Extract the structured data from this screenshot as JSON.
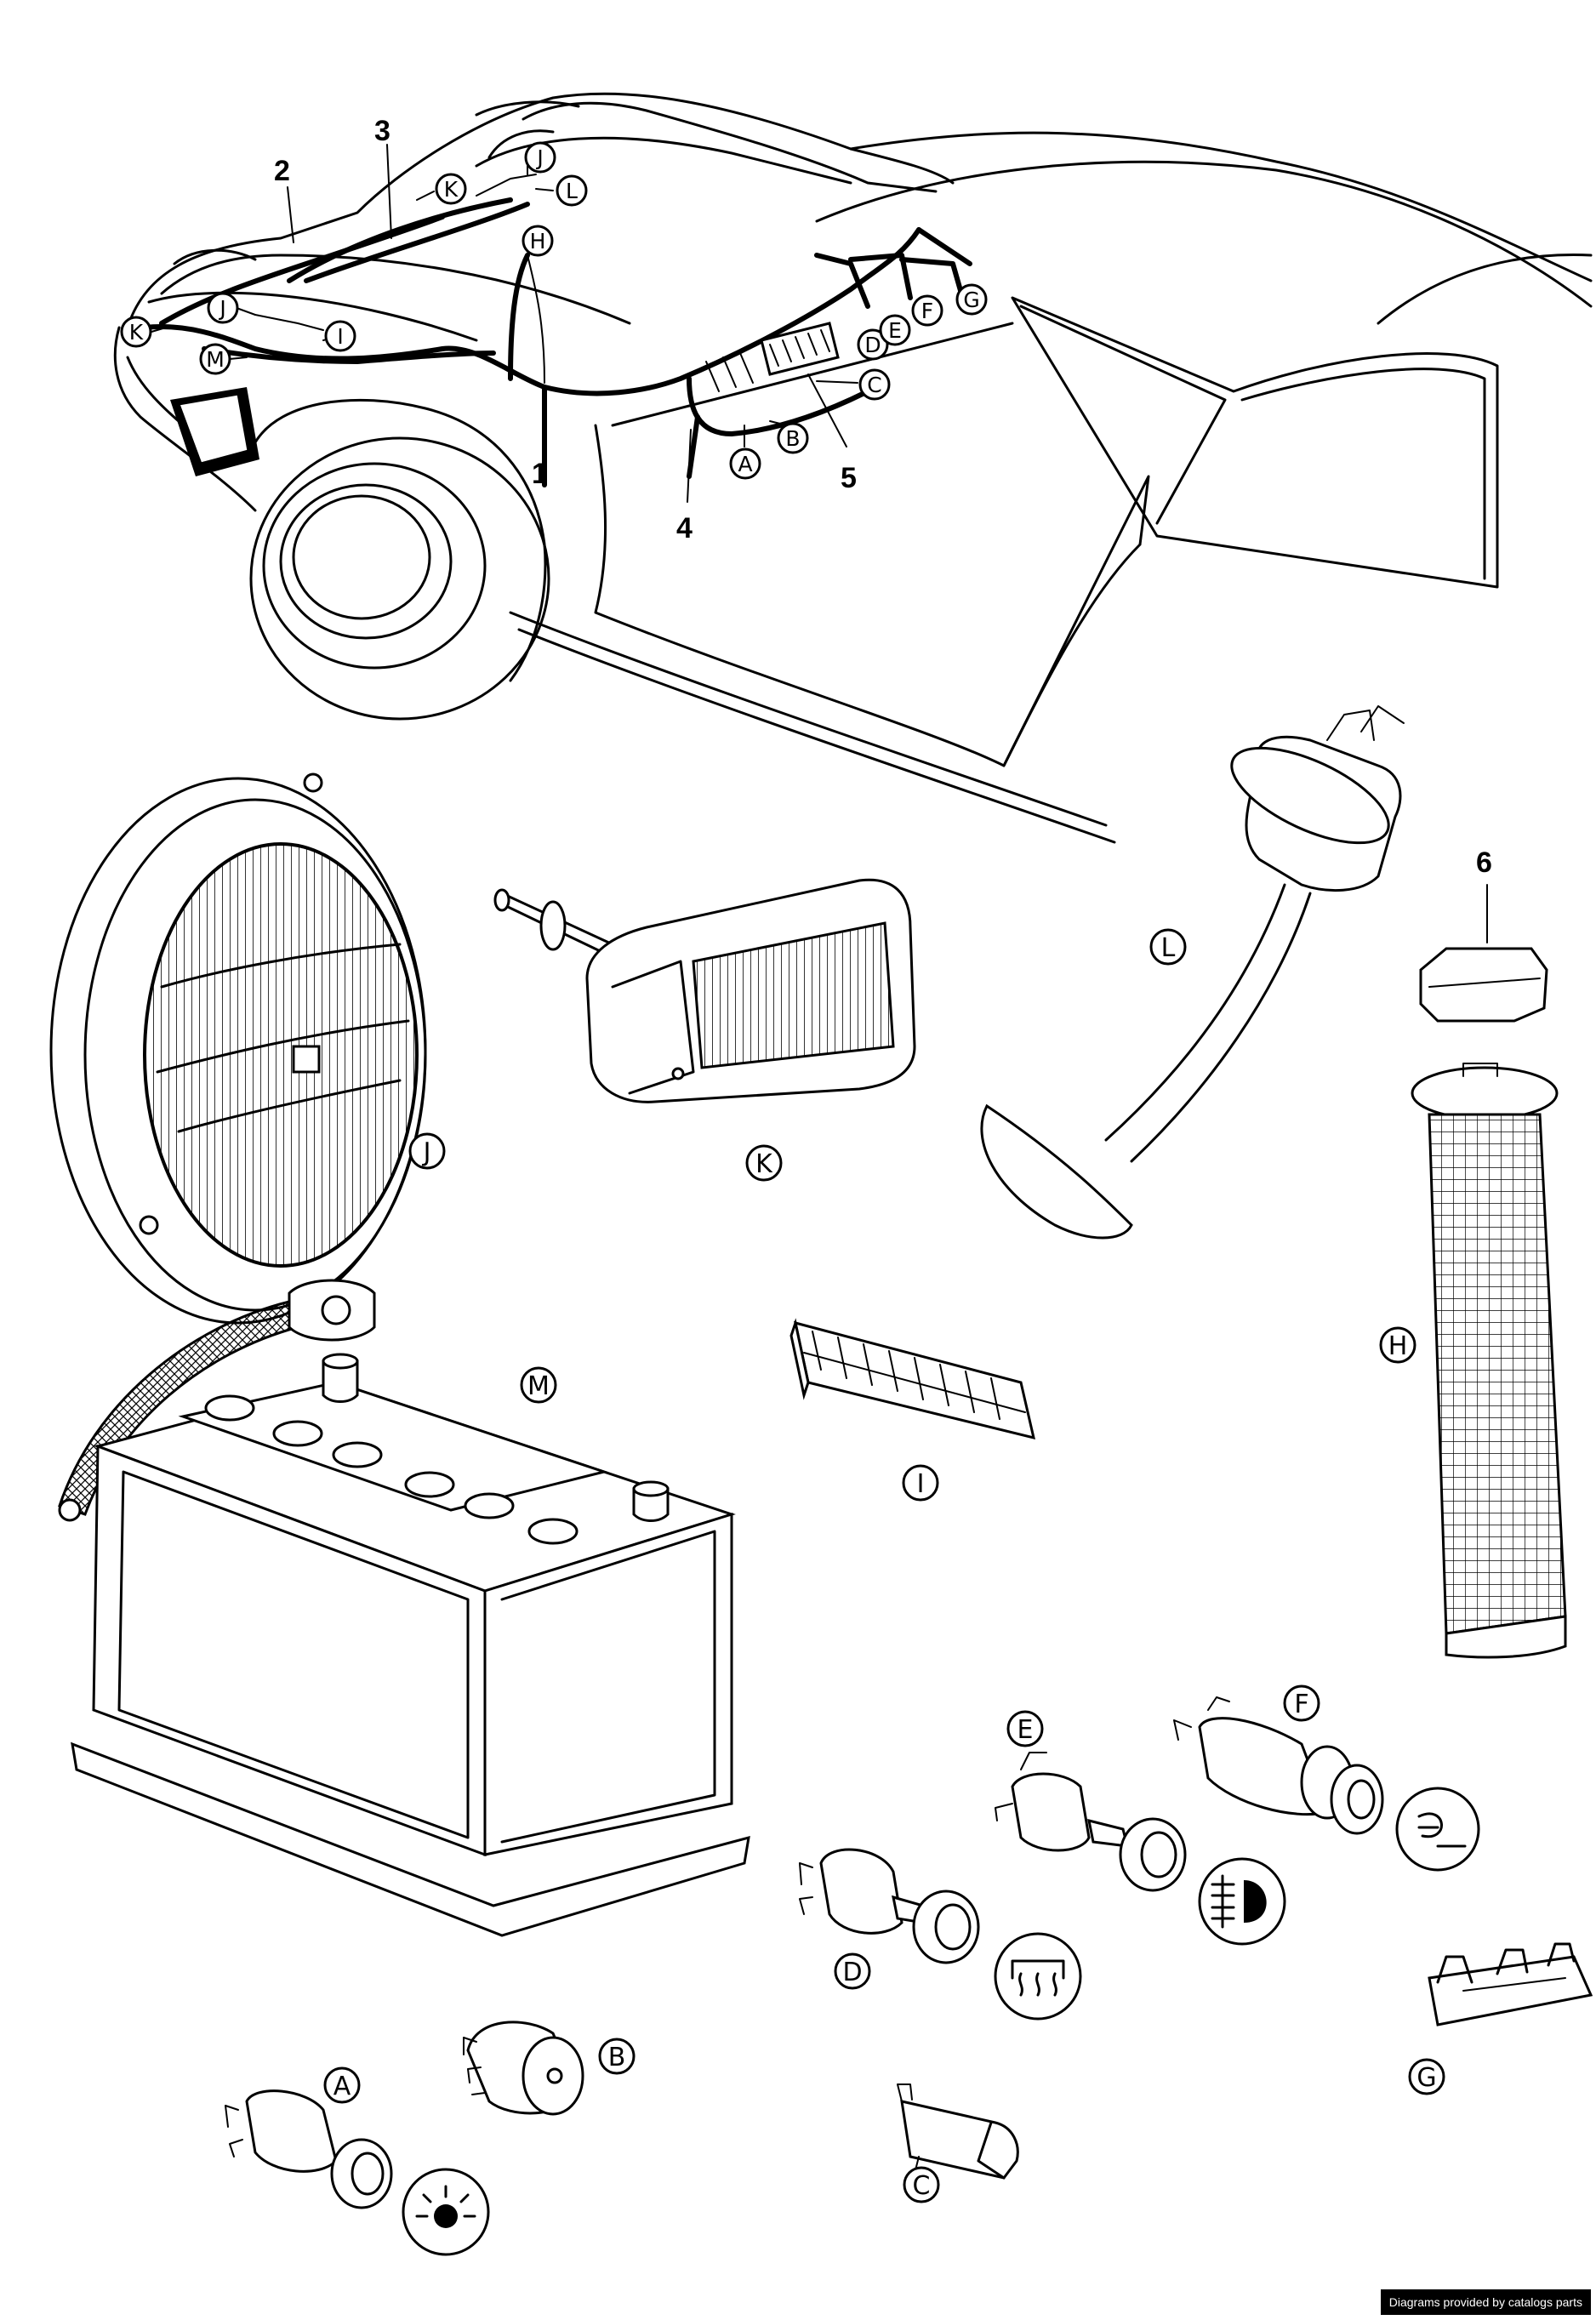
{
  "callouts": {
    "c1": "1",
    "c2": "2",
    "c3": "3",
    "c4": "4",
    "c5": "5",
    "c6": "6"
  },
  "car_labels": {
    "A": "A",
    "B": "B",
    "C": "C",
    "D": "D",
    "E": "E",
    "F": "F",
    "G": "G",
    "H": "H",
    "I": "I",
    "J_top": "J",
    "J_left": "J",
    "K_top": "K",
    "K_left": "K",
    "L": "L",
    "M": "M"
  },
  "part_labels": {
    "J": "J",
    "K": "K",
    "L": "L",
    "H": "H",
    "M": "M",
    "I": "I",
    "E": "E",
    "F": "F",
    "D": "D",
    "A": "A",
    "B": "B",
    "C": "C",
    "G": "G"
  },
  "credit": "Diagrams provided by catalogs parts"
}
